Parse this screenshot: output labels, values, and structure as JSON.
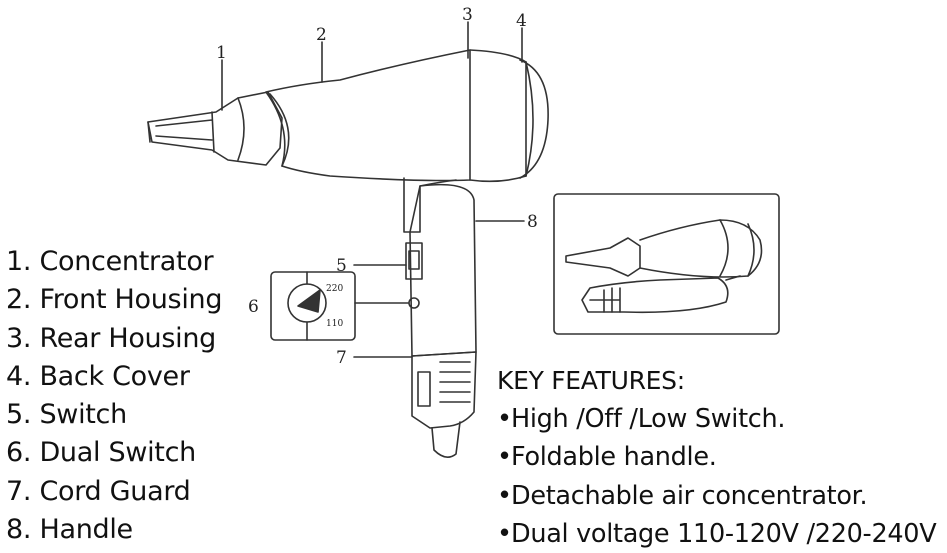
{
  "callouts": {
    "c1": "1",
    "c2": "2",
    "c3": "3",
    "c4": "4",
    "c5": "5",
    "c6": "6",
    "c7": "7",
    "c8": "8"
  },
  "voltage_dial": {
    "high": "220",
    "low": "110"
  },
  "parts_list": {
    "items": [
      "1. Concentrator",
      "2. Front Housing",
      "3. Rear Housing",
      "4. Back Cover",
      "5. Switch",
      "6. Dual Switch",
      "7. Cord Guard",
      "8. Handle"
    ]
  },
  "key_features": {
    "title": "KEY FEATURES:",
    "bullet": "•",
    "items": [
      "High /Off /Low Switch.",
      "Foldable handle.",
      "Detachable air concentrator.",
      "Dual voltage 110-120V /220-240V"
    ]
  }
}
